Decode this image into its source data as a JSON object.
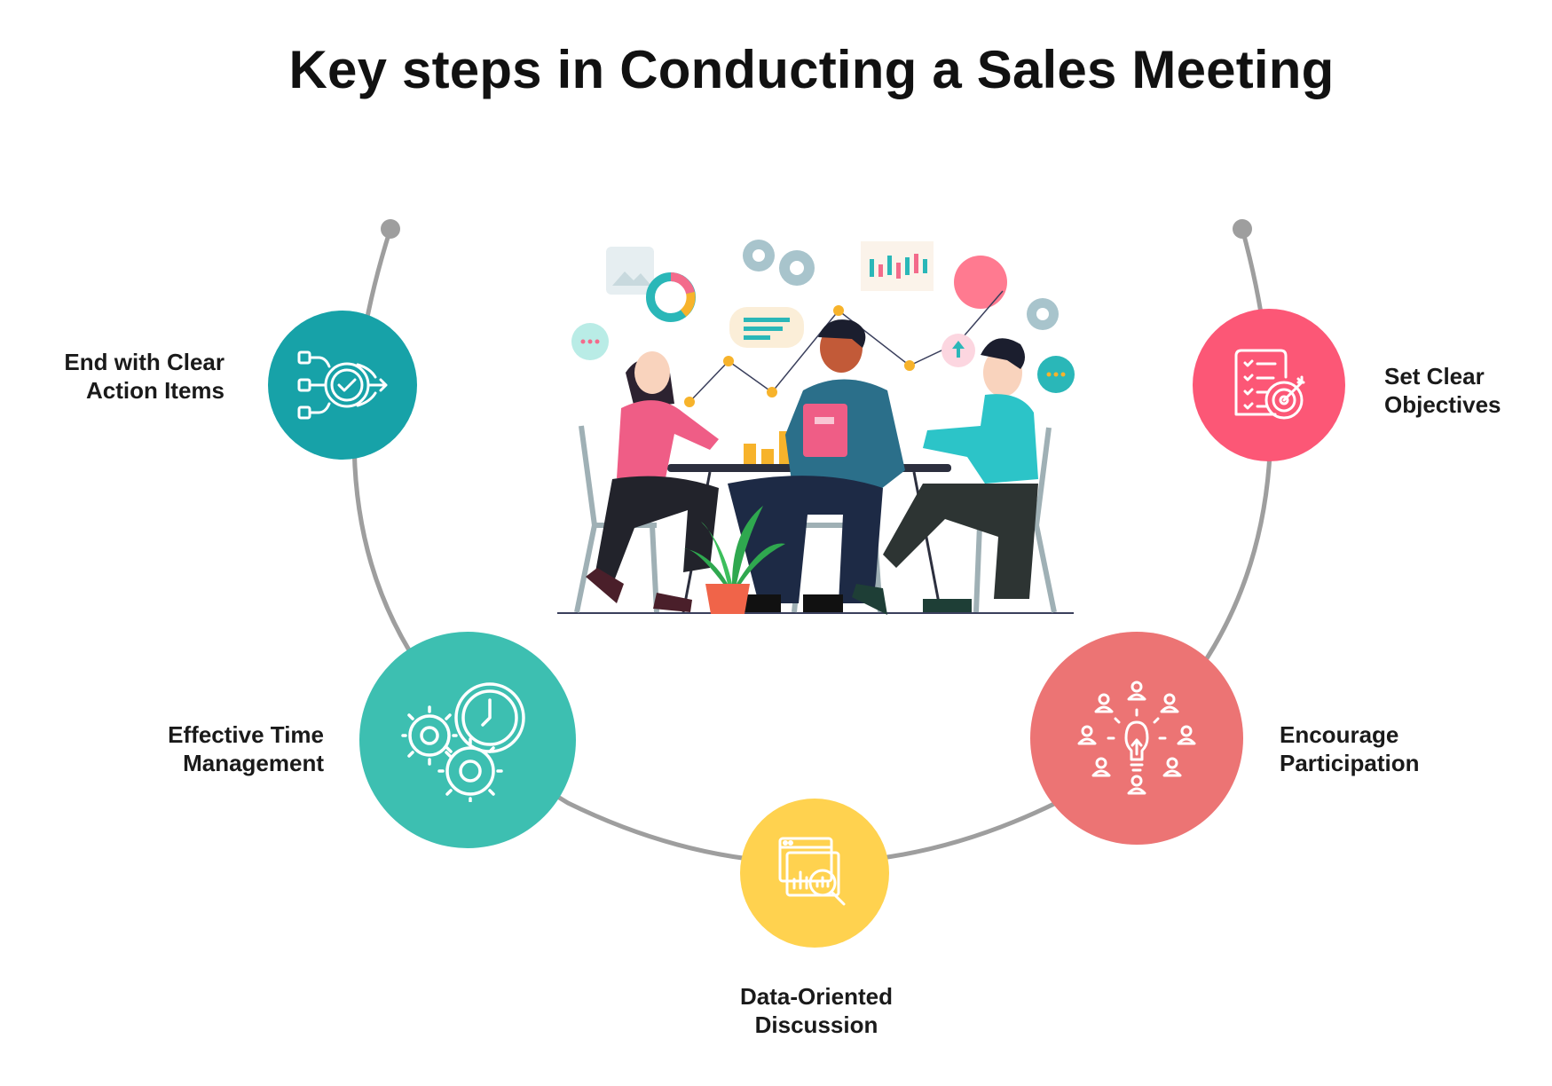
{
  "title": "Key steps in Conducting a Sales Meeting",
  "colors": {
    "arc": "#9e9e9e",
    "teal_dark": "#17a2a8",
    "teal_light": "#3dbfb1",
    "yellow": "#ffd24f",
    "coral": "#ec7474",
    "pink": "#fc5776"
  },
  "steps": [
    {
      "id": "end-action-items",
      "line1": "End with Clear",
      "line2": "Action Items",
      "icon": "flow-check-icon",
      "color": "#17a2a8"
    },
    {
      "id": "time-management",
      "line1": "Effective Time",
      "line2": "Management",
      "icon": "gears-clock-icon",
      "color": "#3dbfb1"
    },
    {
      "id": "data-discussion",
      "line1": "Data-Oriented",
      "line2": "Discussion",
      "icon": "data-analysis-icon",
      "color": "#ffd24f"
    },
    {
      "id": "encourage-participation",
      "line1": "Encourage",
      "line2": "Participation",
      "icon": "idea-people-icon",
      "color": "#ec7474"
    },
    {
      "id": "clear-objectives",
      "line1": "Set Clear",
      "line2": "Objectives",
      "icon": "checklist-target-icon",
      "color": "#fc5776"
    }
  ],
  "illustration": "team-meeting-illustration"
}
